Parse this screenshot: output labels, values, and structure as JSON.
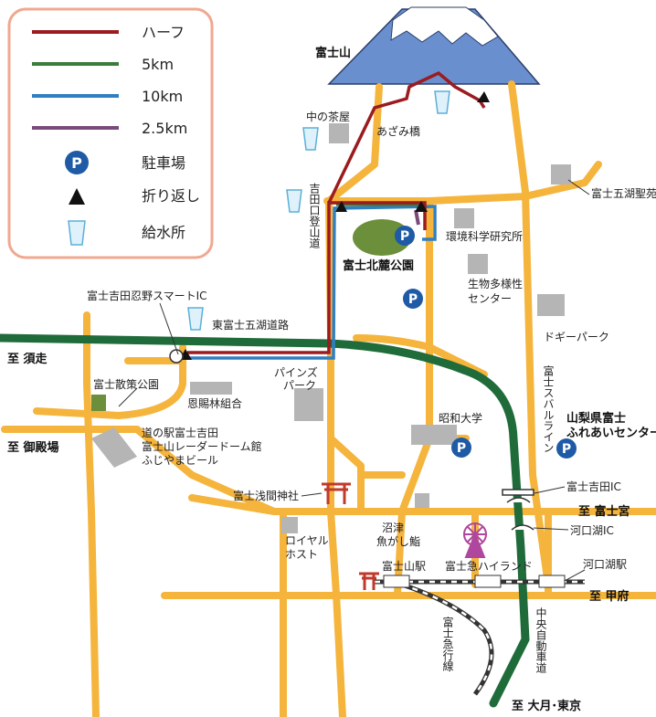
{
  "legend": {
    "half": "ハーフ",
    "km5": "5km",
    "km10": "10km",
    "km2_5": "2.5km",
    "parking": "駐車場",
    "turnaround": "折り返し",
    "water": "給水所"
  },
  "colors": {
    "half": "#9b1b1f",
    "km5": "#3a7d3a",
    "km10": "#2f7fc1",
    "km2_5": "#7a4a7a",
    "road": "#f5b43c",
    "expressway": "#1f6b3a",
    "parking": "#1f5aa6",
    "building": "#b5b5b5",
    "park": "#6b8f3a",
    "legend_border": "#f0a890",
    "mountain": "#6a8fcf"
  },
  "labels": {
    "mount_fuji": "富士山",
    "naka_no_chaya": "中の茶屋",
    "azami_bashi": "あざみ橋",
    "yoshida_road_v": "吉田口登山道",
    "fuji_goko_seien": "富士五湖聖苑",
    "env_institute": "環境科学研究所",
    "fuji_hokuroku_park": "富士北麓公園",
    "biodiversity_1": "生物多様性",
    "biodiversity_2": "センター",
    "smart_ic": "富士吉田忍野スマートIC",
    "east_fuji_road": "東富士五湖道路",
    "doggy_park": "ドギーパーク",
    "to_subashiri": "至 須走",
    "fuji_sanpo_park": "富士散策公園",
    "onshirin": "恩賜林組合",
    "pines_park_1": "パインズ",
    "pines_park_2": "パーク",
    "showa_univ": "昭和大学",
    "subaru_line_v": "富士スバルライン",
    "fureai_1": "山梨県富士",
    "fureai_2": "ふれあいセンター",
    "to_gotemba": "至 御殿場",
    "michi_no_eki_1": "道の駅富士吉田",
    "michi_no_eki_2": "富士山レーダードーム館",
    "michi_no_eki_3": "ふじやまビール",
    "sengen_shrine": "富士浅間神社",
    "fuji_yoshida_ic": "富士吉田IC",
    "to_fujinomiya": "至 富士宮",
    "kawaguchiko_ic": "河口湖IC",
    "royal_host_1": "ロイヤル",
    "royal_host_2": "ホスト",
    "numazu_1": "沼津",
    "numazu_2": "魚がし鮨",
    "fujisan_station": "富士山駅",
    "highland": "富士急ハイランド",
    "kawaguchiko_station": "河口湖駅",
    "to_kofu": "至 甲府",
    "fujikyu_line_v": "富士急行線",
    "chuo_expressway_v": "中央自動車道",
    "to_otsuki_tokyo": "至 大月･東京"
  }
}
